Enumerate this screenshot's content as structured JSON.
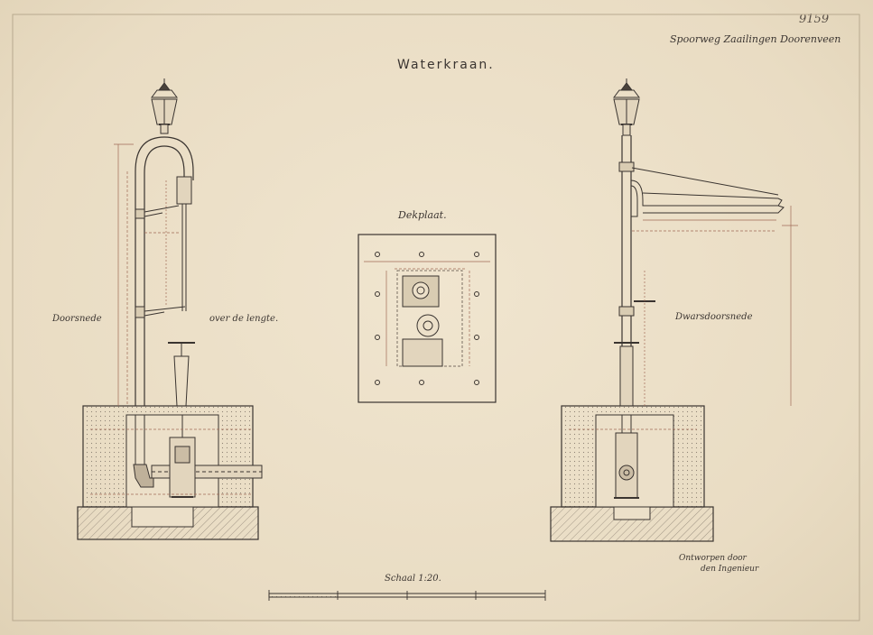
{
  "sheet": {
    "sheet_number": "9159",
    "railway_title": "Spoorweg Zaailingen Doorenveen",
    "title": "Waterkraan.",
    "views": {
      "longitudinal_section": {
        "label_left": "Doorsnede",
        "label_right": "over de lengte."
      },
      "deck_plate": {
        "label": "Dekplaat."
      },
      "cross_section": {
        "label": "Dwarsdoorsnede"
      }
    },
    "scale_label": "Schaal 1:20.",
    "signature": {
      "line1": "Ontworpen door",
      "line2": "den Ingenieur"
    }
  },
  "colors": {
    "paper": "#ece0c9",
    "ink": "#3a3430",
    "dimension_ink": "#a06a56",
    "shading": "#8e8375"
  }
}
